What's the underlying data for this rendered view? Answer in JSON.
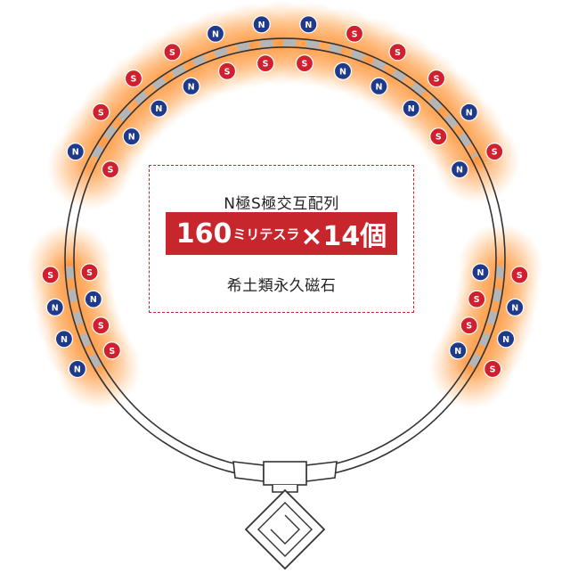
{
  "info": {
    "line1": "N極S極交互配列",
    "spec_number": "160",
    "spec_unit": "ミリテスラ",
    "spec_times": "×14個",
    "line3": "希土類永久磁石"
  },
  "colors": {
    "accent": "#c8262d",
    "north": "#1f3a8a",
    "south": "#d0202f",
    "glow": "#ff8a1f",
    "cord": "#333333",
    "magnet_band": "#b5b5b5"
  },
  "magnets": {
    "top": [
      "N",
      "S",
      "S",
      "N",
      "S",
      "N",
      "S",
      "N",
      "N",
      "S",
      "N",
      "S",
      "N",
      "S",
      "S",
      "N",
      "S",
      "N",
      "S",
      "N",
      "N",
      "S",
      "S",
      "N"
    ],
    "left": [
      "N",
      "S",
      "N",
      "S",
      "N",
      "N",
      "S",
      "S"
    ],
    "right": [
      "S",
      "N",
      "N",
      "S",
      "N",
      "S",
      "S",
      "N"
    ]
  }
}
